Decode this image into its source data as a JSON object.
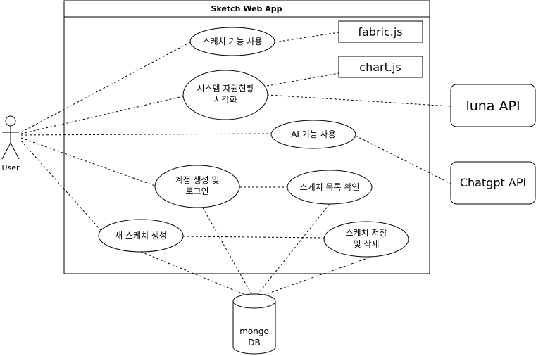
{
  "system": {
    "title": "Sketch Web App"
  },
  "actor": {
    "label": "User"
  },
  "use_cases": {
    "sketch_feature": [
      "스케치 기능 사용"
    ],
    "system_status": [
      "시스템 자원현황",
      "시각화"
    ],
    "ai_feature": [
      "AI 기능 사용"
    ],
    "account": [
      "계정 생성 및",
      "로그인"
    ],
    "sketch_list": [
      "스케치 목록 확인"
    ],
    "new_sketch": [
      "새 스케치 생성"
    ],
    "sketch_save": [
      "스케치 저장",
      "및 삭제"
    ]
  },
  "libraries": {
    "fabric": "fabric.js",
    "chart": "chart.js"
  },
  "external_apis": {
    "luna": "luna API",
    "chatgpt": "Chatgpt API"
  },
  "database": [
    "mongo",
    "DB"
  ]
}
